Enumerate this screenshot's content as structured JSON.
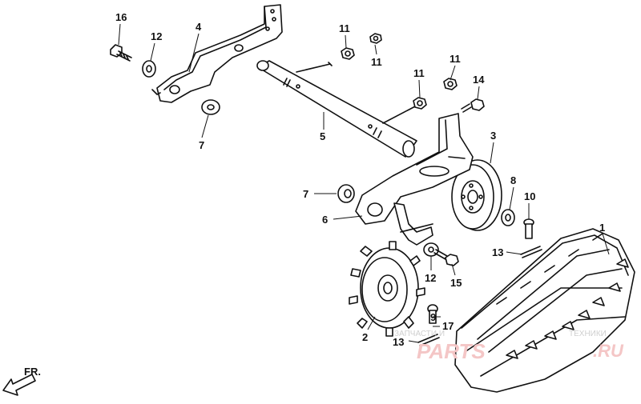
{
  "labels": {
    "p16": "16",
    "p12a": "12",
    "p4": "4",
    "p7a": "7",
    "p11a": "11",
    "p11b": "11",
    "p11c": "11",
    "p11d": "11",
    "p14": "14",
    "p5": "5",
    "p3": "3",
    "p8": "8",
    "p10": "10",
    "p7b": "7",
    "p6": "6",
    "p1": "1",
    "p13a": "13",
    "p12b": "12",
    "p15": "15",
    "p9": "9",
    "p17": "17",
    "p13b": "13",
    "p2": "2"
  },
  "direction": "FR.",
  "watermark": {
    "line1": "ЗАПЧАСТИ И",
    "line2": "ТЕХНИКИ",
    "brand": "PARTS",
    "tld": ".RU"
  }
}
